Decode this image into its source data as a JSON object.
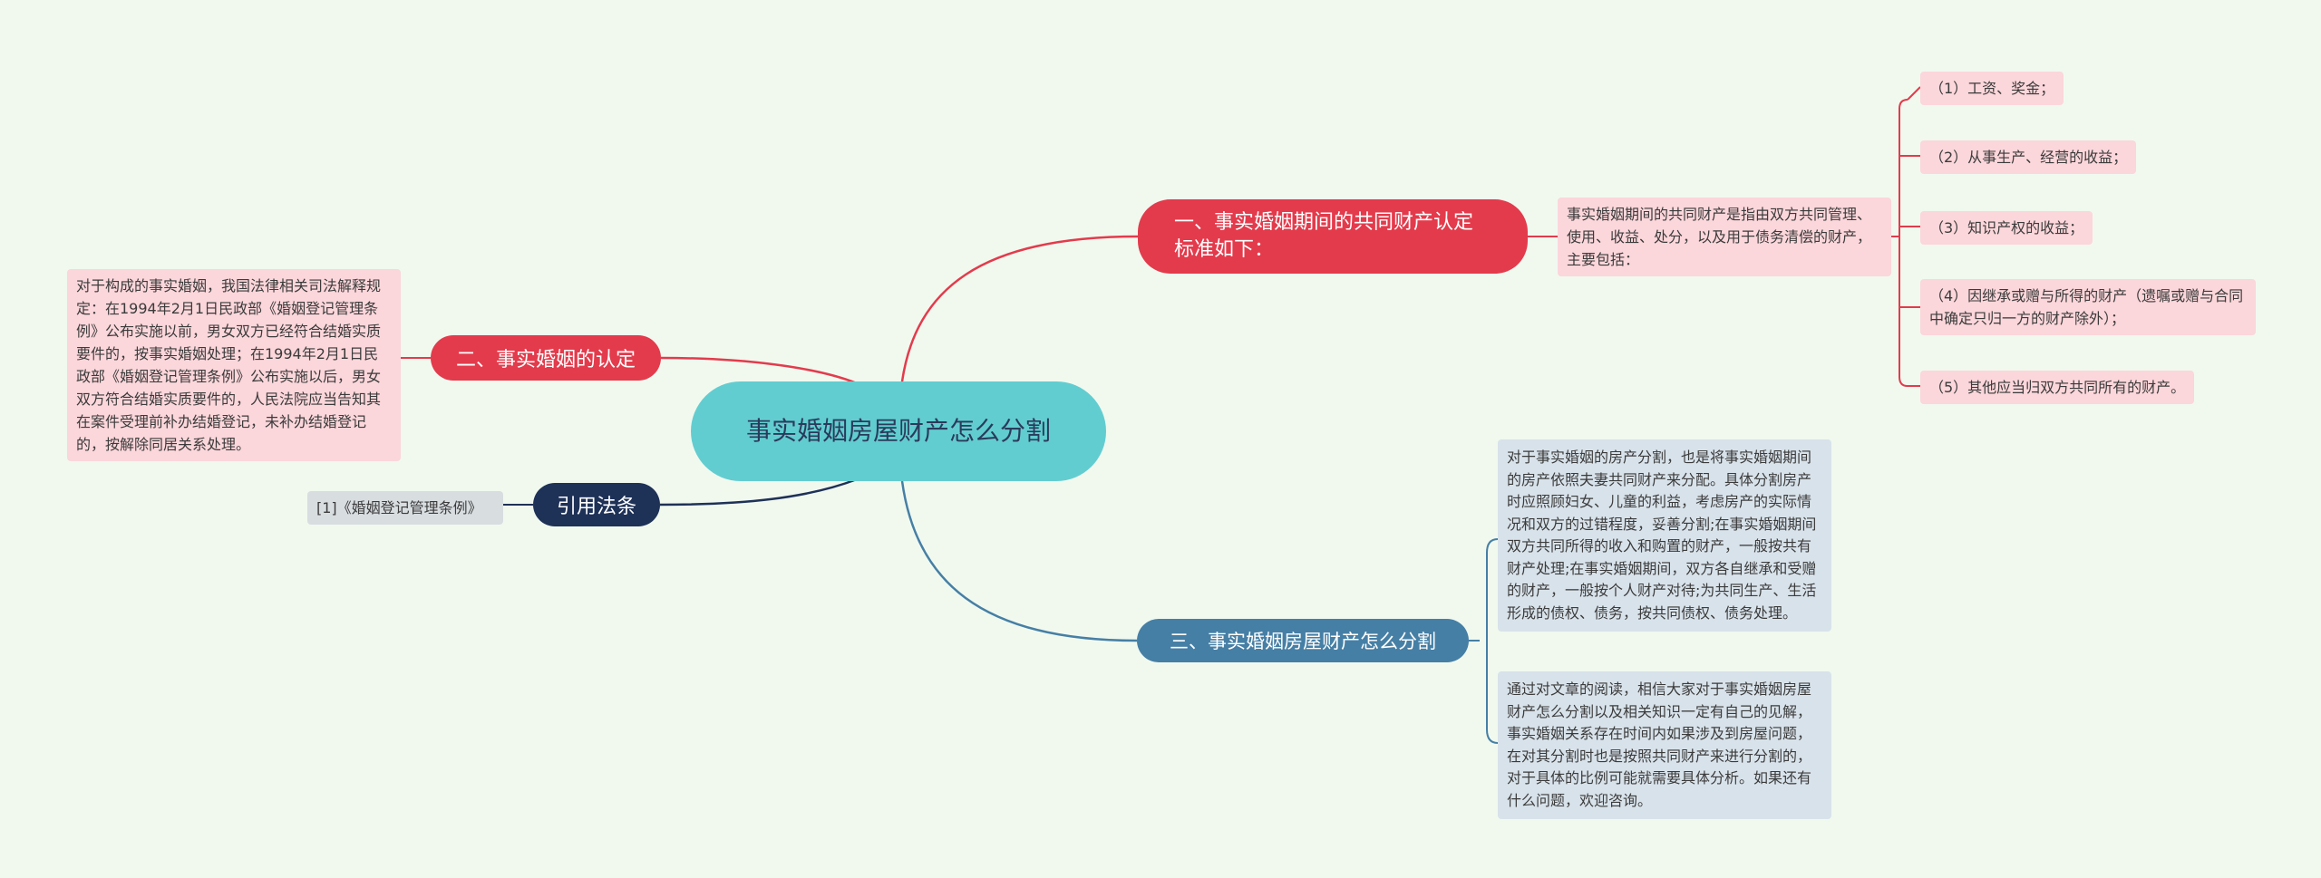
{
  "root": {
    "title": "事实婚姻房屋财产怎么分割"
  },
  "branch1": {
    "label": "一、事实婚姻期间的共同财产认定标准如下：",
    "description": "事实婚姻期间的共同财产是指由双方共同管理、使用、收益、处分，以及用于债务清偿的财产，主要包括：",
    "items": [
      "（1）工资、奖金；",
      "（2）从事生产、经营的收益；",
      "（3）知识产权的收益；",
      "（4）因继承或赠与所得的财产（遗嘱或赠与合同中确定只归一方的财产除外）；",
      "（5）其他应当归双方共同所有的财产。"
    ]
  },
  "branch2": {
    "label": "二、事实婚姻的认定",
    "description": "对于构成的事实婚姻，我国法律相关司法解释规定：在1994年2月1日民政部《婚姻登记管理条例》公布实施以前，男女双方已经符合结婚实质要件的，按事实婚姻处理；在1994年2月1日民政部《婚姻登记管理条例》公布实施以后，男女双方符合结婚实质要件的，人民法院应当告知其在案件受理前补办结婚登记，未补办结婚登记的，按解除同居关系处理。"
  },
  "branch_law": {
    "label": "引用法条",
    "item": "[1]《婚姻登记管理条例》"
  },
  "branch3": {
    "label": "三、事实婚姻房屋财产怎么分割",
    "paragraph1": "对于事实婚姻的房产分割，也是将事实婚姻期间的房产依照夫妻共同财产来分配。具体分割房产时应照顾妇女、儿童的利益，考虑房产的实际情况和双方的过错程度，妥善分割;在事实婚姻期间双方共同所得的收入和购置的财产，一般按共有财产处理;在事实婚姻期间，双方各自继承和受赠的财产，一般按个人财产对待;为共同生产、生活形成的债权、债务，按共同债权、债务处理。",
    "paragraph2": "通过对文章的阅读，相信大家对于事实婚姻房屋财产怎么分割以及相关知识一定有自己的见解，事实婚姻关系存在时间内如果涉及到房屋问题，在对其分割时也是按照共同财产来进行分割的，对于具体的比例可能就需要具体分析。如果还有什么问题，欢迎咨询。"
  },
  "colors": {
    "background": "#f1f9ef",
    "root": "#62cdd0",
    "red": "#e33b4c",
    "navy": "#1e3157",
    "blue": "#467fa5",
    "pink_leaf": "#fbd6da",
    "grey_leaf": "#d8dde0",
    "blue_leaf": "#d8e2ea"
  }
}
